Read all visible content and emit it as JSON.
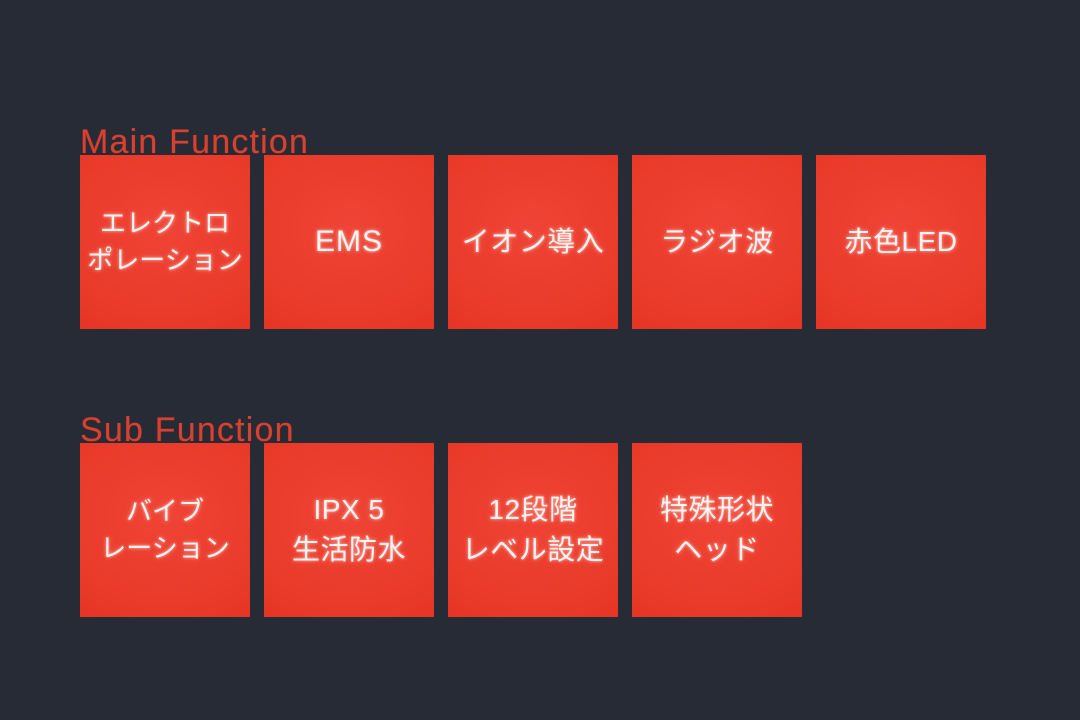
{
  "background_color": "#262b35",
  "tile_color": "#e8352a",
  "heading_color": "#d8402f",
  "text_color": "#fdf3f1",
  "sections": [
    {
      "id": "main",
      "heading": "Main Function",
      "tiles": [
        {
          "name": "electroporation",
          "lines": [
            "エレクトロ",
            "ポレーション"
          ],
          "style": "tight"
        },
        {
          "name": "ems",
          "lines": [
            "EMS"
          ],
          "style": "latin"
        },
        {
          "name": "iontophoresis",
          "lines": [
            "イオン導入"
          ],
          "style": "mixed"
        },
        {
          "name": "radio-wave",
          "lines": [
            "ラジオ波"
          ],
          "style": "mixed"
        },
        {
          "name": "red-led",
          "lines": [
            "赤色LED"
          ],
          "style": "mixed"
        }
      ]
    },
    {
      "id": "sub",
      "heading": "Sub Function",
      "tiles": [
        {
          "name": "vibration",
          "lines": [
            "バイブ",
            "レーション"
          ],
          "style": "tight"
        },
        {
          "name": "waterproof-ipx5",
          "lines": [
            "IPX 5",
            "生活防水"
          ],
          "style": "mixed"
        },
        {
          "name": "twelve-level-setting",
          "lines": [
            "12段階",
            "レベル設定"
          ],
          "style": "mixed"
        },
        {
          "name": "special-shape-head",
          "lines": [
            "特殊形状",
            "ヘッド"
          ],
          "style": "mixed"
        }
      ]
    }
  ]
}
